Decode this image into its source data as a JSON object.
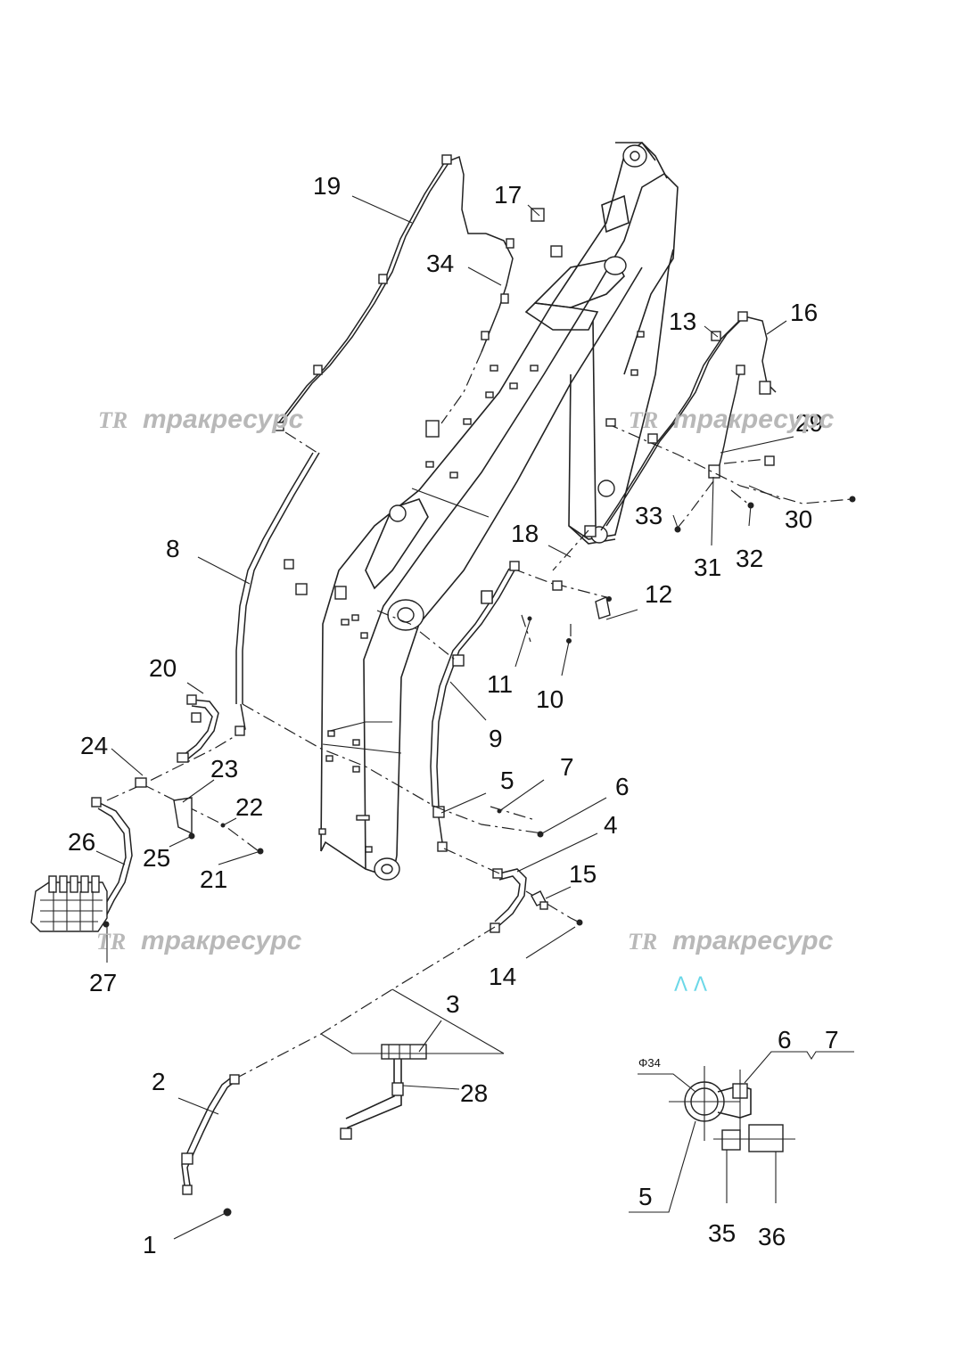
{
  "callouts": [
    "19",
    "17",
    "34",
    "16",
    "13",
    "29",
    "8",
    "30",
    "33",
    "18",
    "31",
    "32",
    "12",
    "11",
    "10",
    "20",
    "9",
    "24",
    "23",
    "7",
    "5",
    "6",
    "22",
    "26",
    "4",
    "25",
    "21",
    "15",
    "27",
    "14",
    "3",
    "2",
    "28",
    "1"
  ],
  "detail": {
    "diameter_label": "Φ34",
    "callouts": [
      "6",
      "7",
      "5",
      "35",
      "36"
    ]
  },
  "watermark": {
    "logo": "TR",
    "text": "тракресурс"
  },
  "section_marks": "Λ Λ"
}
